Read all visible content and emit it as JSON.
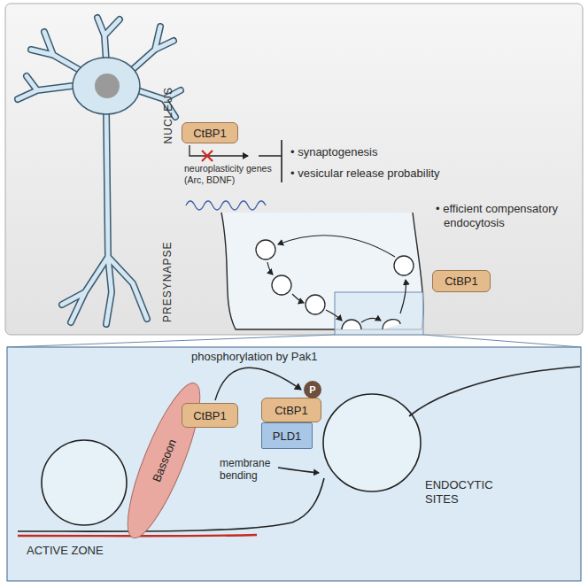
{
  "diagram": {
    "nodes": [
      {
        "text": [
          "CtBP1"
        ]
      },
      {
        "text": [
          "CtBP1"
        ]
      },
      {
        "text": [
          "Bassoon"
        ]
      },
      {
        "text": [
          "CtBP1"
        ]
      },
      {
        "text": [
          "CtBP1"
        ]
      },
      {
        "text": [
          "PLD1"
        ]
      },
      {
        "text": [
          "P"
        ]
      }
    ],
    "edges": [
      {
        "from": 3,
        "to": 6,
        "arrow": "to",
        "label": "phosphorylation by Pak1"
      }
    ],
    "labels": [
      "NUCLEUS",
      "PRESYNAPSE",
      "neuroplasticity genes (Arc, BDNF)",
      "• synaptogenesis",
      "• vesicular release probability",
      "• efficient compensatory endocytosis",
      "membrane bending",
      "ENDOCYTIC SITES",
      "ACTIVE ZONE"
    ]
  }
}
